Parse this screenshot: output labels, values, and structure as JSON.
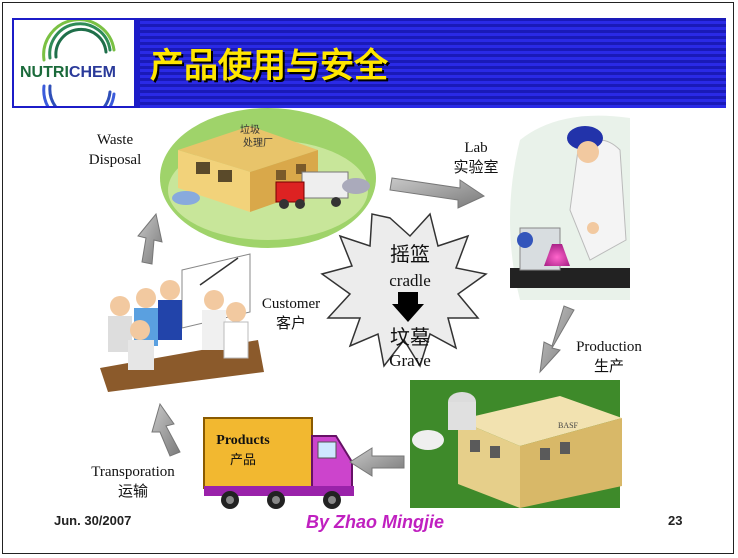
{
  "header": {
    "logo": {
      "part1": "NUTRI",
      "part2": "CHEM"
    },
    "title": "产品使用与安全"
  },
  "cycle": {
    "waste": {
      "en_line1": "Waste",
      "en_line2": "Disposal",
      "sign_line1": "垃圾",
      "sign_line2": "处理厂"
    },
    "lab": {
      "en": "Lab",
      "zh": "实验室"
    },
    "customer": {
      "en": "Customer",
      "zh": "客户"
    },
    "production": {
      "en": "Production",
      "zh": "生产",
      "building_sign": "BASF"
    },
    "transport": {
      "en": "Transporation",
      "zh": "运输"
    },
    "truck": {
      "en": "Products",
      "zh": "产品"
    },
    "center": {
      "zh_top": "摇篮",
      "en_top": "cradle",
      "zh_bottom": "坟墓",
      "en_bottom": "Grave"
    }
  },
  "footer": {
    "date": "Jun. 30/2007",
    "author": "By Zhao Mingjie",
    "page": "23"
  }
}
